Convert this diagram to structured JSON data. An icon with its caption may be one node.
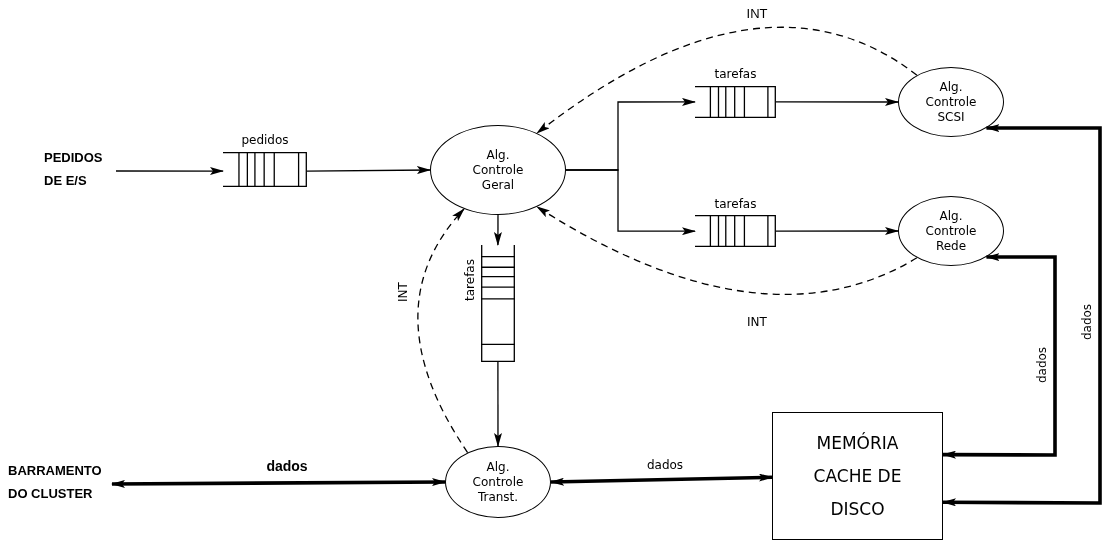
{
  "diagram": {
    "nodes": [
      {
        "text": [
          "PEDIDOS DE E/S"
        ]
      },
      {
        "text": [
          "pedidos"
        ]
      },
      {
        "text": [
          "Alg. Controle Geral"
        ]
      },
      {
        "text": [
          "tarefas"
        ]
      },
      {
        "text": [
          "Alg. Controle SCSI"
        ]
      },
      {
        "text": [
          "tarefas"
        ]
      },
      {
        "text": [
          "Alg. Controle Rede"
        ]
      },
      {
        "text": [
          "tarefas"
        ]
      },
      {
        "text": [
          "Alg. Controle Transt."
        ]
      },
      {
        "text": [
          "BARRAMENTO DO CLUSTER"
        ]
      },
      {
        "text": [
          "MEMÓRIA CACHE DE DISCO"
        ]
      }
    ],
    "edges": [
      {
        "from": 0,
        "to": 1,
        "arrow": "to"
      },
      {
        "from": 1,
        "to": 2,
        "arrow": "to"
      },
      {
        "from": 2,
        "to": 3,
        "arrow": "to"
      },
      {
        "from": 2,
        "to": 5,
        "arrow": "to"
      },
      {
        "from": 3,
        "to": 4,
        "arrow": "to"
      },
      {
        "from": 5,
        "to": 6,
        "arrow": "to"
      },
      {
        "from": 4,
        "to": 2,
        "arrow": "to",
        "style": "dashed",
        "label": "INT"
      },
      {
        "from": 6,
        "to": 2,
        "arrow": "to",
        "style": "dashed",
        "label": "INT"
      },
      {
        "from": 2,
        "to": 7,
        "arrow": "to"
      },
      {
        "from": 7,
        "to": 8,
        "arrow": "to"
      },
      {
        "from": 8,
        "to": 2,
        "arrow": "to",
        "style": "dashed",
        "label": "INT"
      },
      {
        "from": 9,
        "to": 8,
        "arrow": "both",
        "style": "thick",
        "label": "dados"
      },
      {
        "from": 8,
        "to": 10,
        "arrow": "both",
        "style": "thick",
        "label": "dados"
      },
      {
        "from": 10,
        "to": 6,
        "arrow": "both",
        "style": "thick",
        "label": "dados"
      },
      {
        "from": 10,
        "to": 4,
        "arrow": "both",
        "style": "thick",
        "label": "dados"
      }
    ]
  }
}
